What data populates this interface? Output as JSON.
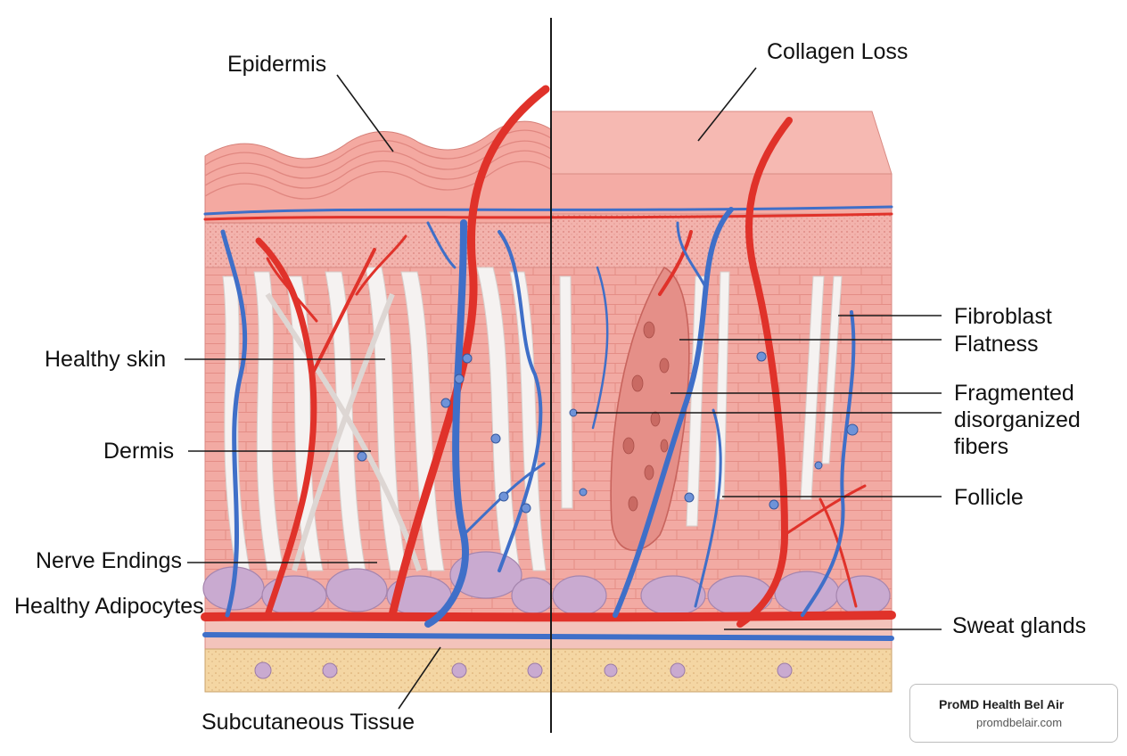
{
  "labels": {
    "epidermis": "Epidermis",
    "collagen_loss": "Collagen Loss",
    "healthy_skin": "Healthy skin",
    "dermis": "Dermis",
    "nerve_endings": "Nerve Endings",
    "healthy_adipocytes": "Healthy Adipocytes",
    "subcutaneous_tissue": "Subcutaneous Tissue",
    "fibroblast_line1": "Fibroblast",
    "fibroblast_line2": "Flatness",
    "fragmented_line1": "Fragmented",
    "fragmented_line2": "disorganized",
    "fragmented_line3": "fibers",
    "follicle": "Follicle",
    "sweat_glands": "Sweat glands"
  },
  "badge": {
    "title": "ProMD Health Bel Air",
    "url": "promdbelair.com"
  },
  "colors": {
    "artery": "#e0322a",
    "vein": "#3f6fc8",
    "skin": "#f2a7a0",
    "fat": "#c8a9cf",
    "subcutaneous": "#f3d39c",
    "collagen": "#f4f1f0"
  }
}
